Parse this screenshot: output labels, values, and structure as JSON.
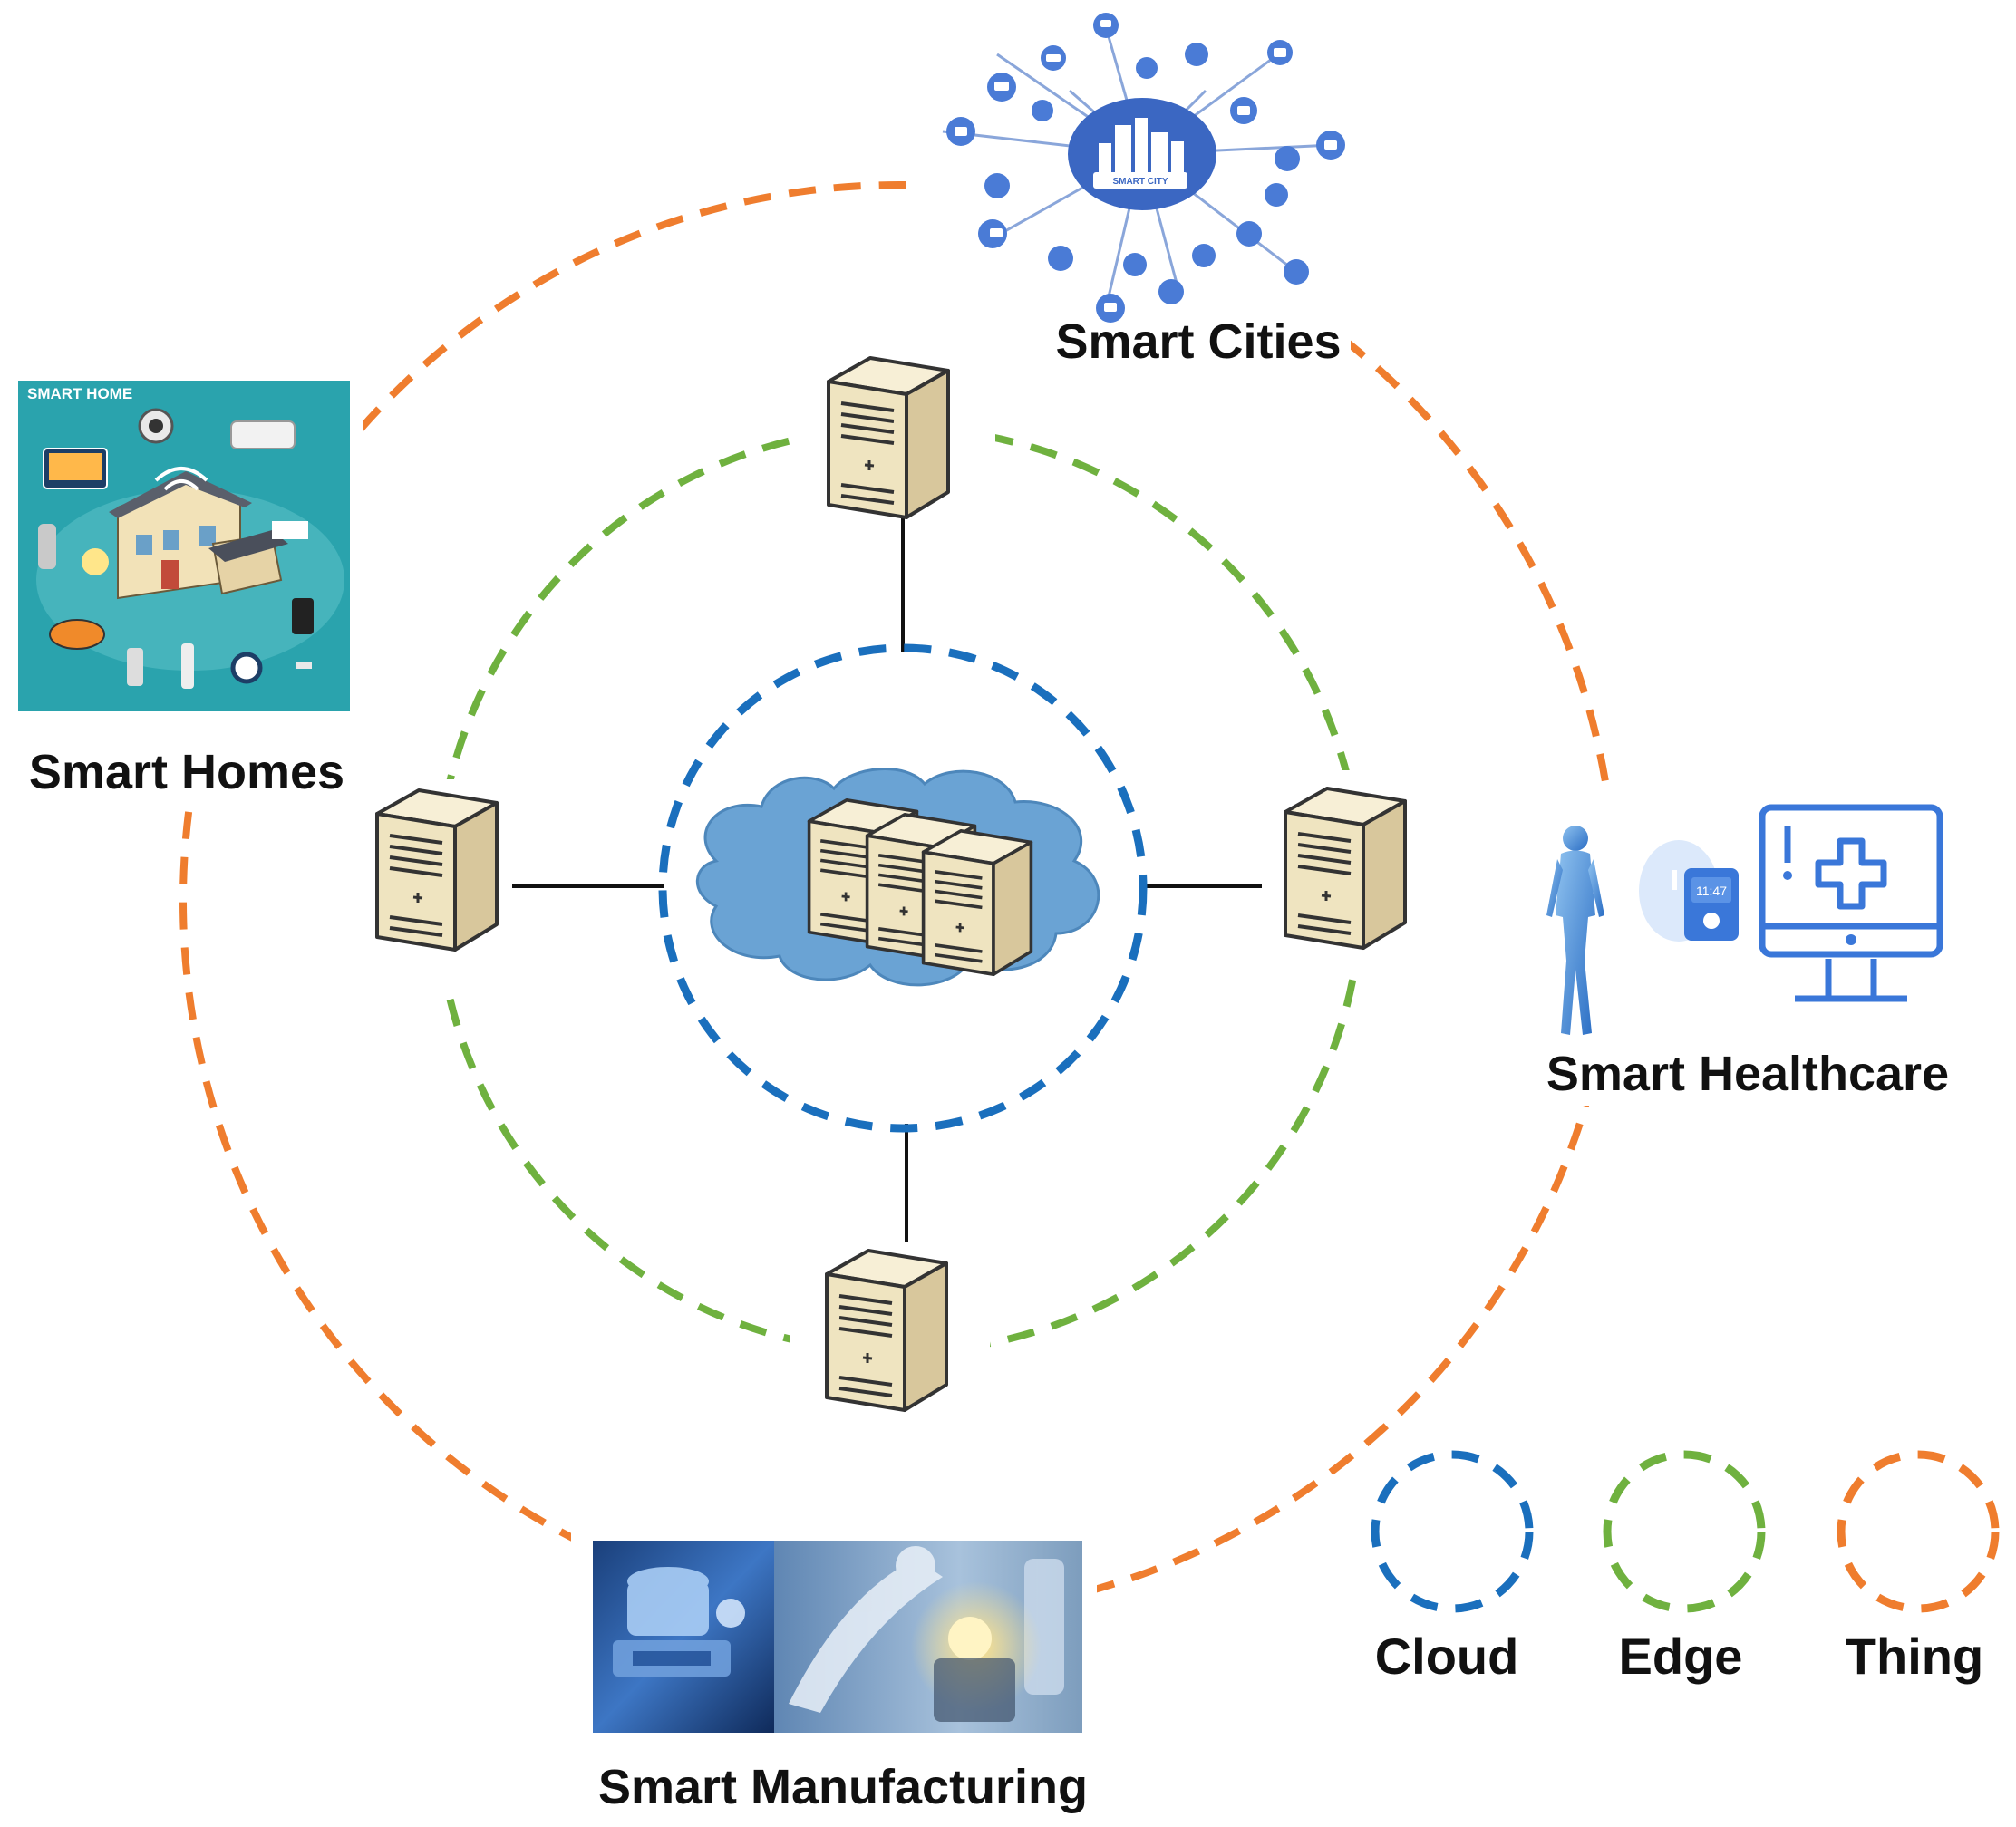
{
  "nodes": {
    "smart_cities": {
      "label": "Smart Cities",
      "badge_text": "SMART CITY"
    },
    "smart_homes": {
      "label": "Smart Homes",
      "banner_text": "SMART HOME"
    },
    "smart_healthcare": {
      "label": "Smart Healthcare",
      "watch_time": "11:47"
    },
    "smart_manufacturing": {
      "label": "Smart Manufacturing"
    }
  },
  "legend": [
    {
      "label": "Cloud",
      "color": "#1a6fbd"
    },
    {
      "label": "Edge",
      "color": "#6fb13f"
    },
    {
      "label": "Thing",
      "color": "#ef7d2e"
    }
  ],
  "colors": {
    "cloud_ring": "#1a6fbd",
    "edge_ring": "#6fb13f",
    "thing_ring": "#ef7d2e",
    "cloud_fill": "#6aa3d4",
    "server_body": "#efe4c0",
    "server_top": "#f7efd6",
    "server_side": "#d8c79c",
    "server_outline": "#333333",
    "home_background": "#2aa3ad",
    "city_badge": "#3b67c2",
    "health_blue": "#3a77d9"
  },
  "icons": {
    "server": "server-icon",
    "cloud": "cloud-icon",
    "home": "smart-home-illustration",
    "city": "smart-city-network-icon",
    "health": "health-monitor-icon",
    "factory": "manufacturing-photo"
  }
}
